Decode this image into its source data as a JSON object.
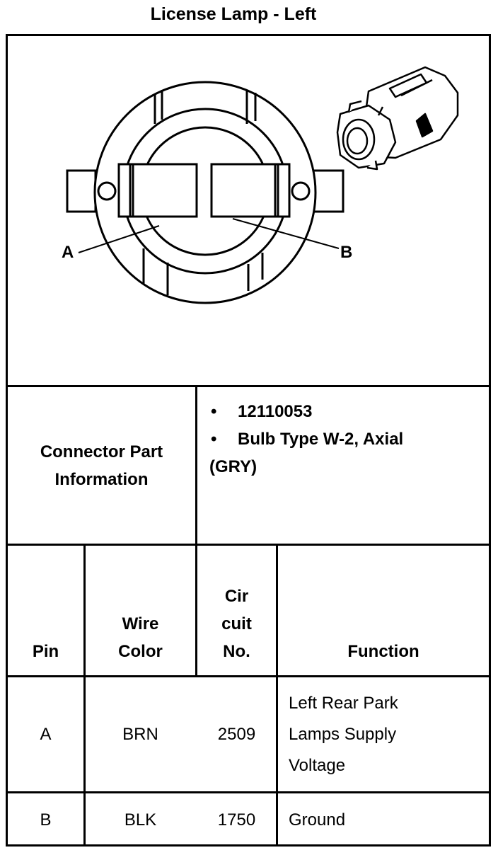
{
  "title": "License Lamp - Left",
  "diagram": {
    "label_a": "A",
    "label_b": "B"
  },
  "connector": {
    "label_line1": "Connector Part",
    "label_line2": "Information",
    "bullet_symbol": "•",
    "part_number": "12110053",
    "bulb_type": "Bulb Type W-2, Axial",
    "color": "(GRY)"
  },
  "table": {
    "headers": {
      "pin": "Pin",
      "wire_color_1": "Wire",
      "wire_color_2": "Color",
      "circuit_1": "Cir",
      "circuit_2": "cuit",
      "circuit_3": "No.",
      "function": "Function"
    },
    "rows": [
      {
        "pin": "A",
        "wire_color": "BRN",
        "circuit": "2509",
        "function_lines": [
          "Left Rear Park",
          "Lamps Supply",
          "Voltage"
        ]
      },
      {
        "pin": "B",
        "wire_color": "BLK",
        "circuit": "1750",
        "function_lines": [
          "Ground"
        ]
      }
    ]
  }
}
